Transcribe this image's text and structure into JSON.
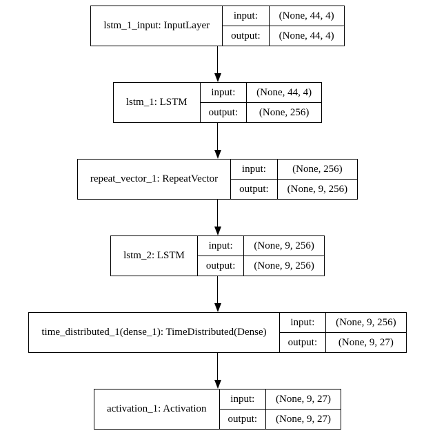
{
  "diagram": {
    "type": "keras-model-architecture",
    "colors": {
      "background": "#ffffff",
      "border": "#000000",
      "text": "#000000"
    },
    "io_labels": {
      "input": "input:",
      "output": "output:"
    },
    "nodes": [
      {
        "label": "lstm_1_input: InputLayer",
        "input_shape": "(None, 44, 4)",
        "output_shape": "(None, 44, 4)"
      },
      {
        "label": "lstm_1: LSTM",
        "input_shape": "(None, 44, 4)",
        "output_shape": "(None, 256)"
      },
      {
        "label": "repeat_vector_1: RepeatVector",
        "input_shape": "(None, 256)",
        "output_shape": "(None, 9, 256)"
      },
      {
        "label": "lstm_2: LSTM",
        "input_shape": "(None, 9, 256)",
        "output_shape": "(None, 9, 256)"
      },
      {
        "label": "time_distributed_1(dense_1): TimeDistributed(Dense)",
        "input_shape": "(None, 9, 256)",
        "output_shape": "(None, 9, 27)"
      },
      {
        "label": "activation_1: Activation",
        "input_shape": "(None, 9, 27)",
        "output_shape": "(None, 9, 27)"
      }
    ],
    "edges": [
      {
        "from": 0,
        "to": 1
      },
      {
        "from": 1,
        "to": 2
      },
      {
        "from": 2,
        "to": 3
      },
      {
        "from": 3,
        "to": 4
      },
      {
        "from": 4,
        "to": 5
      }
    ]
  }
}
